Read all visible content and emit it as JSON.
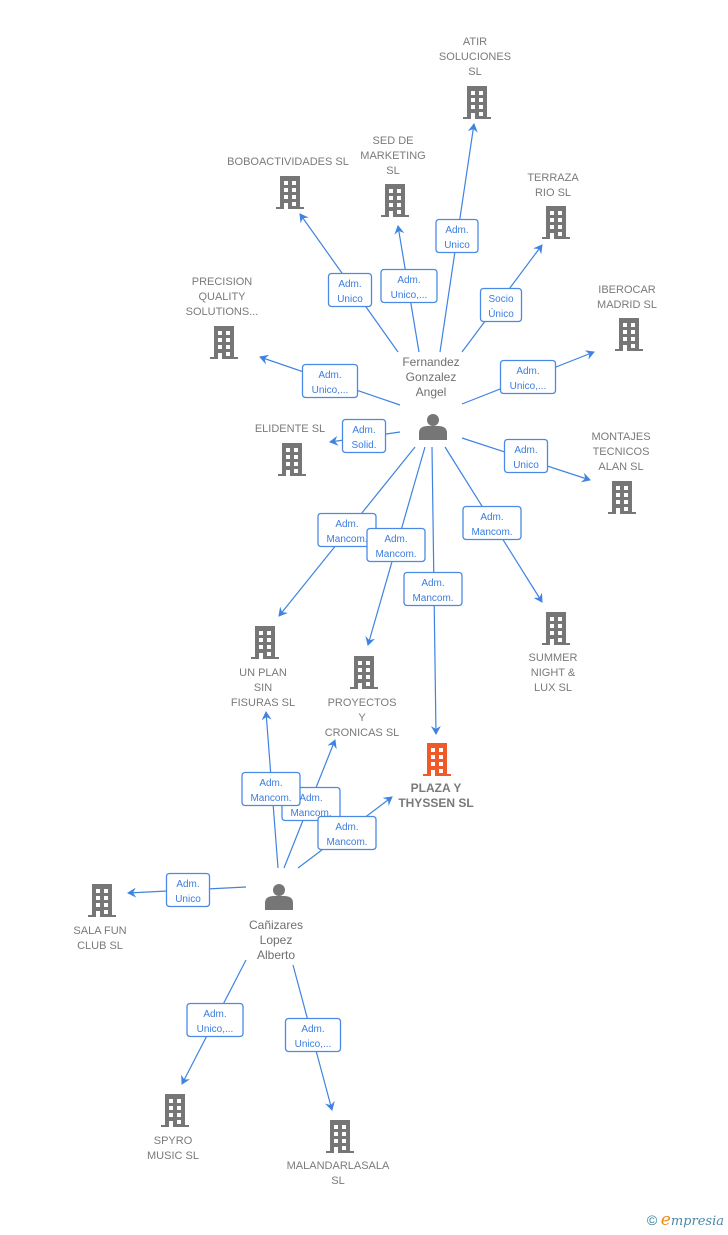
{
  "colors": {
    "edge": "#3f83e2",
    "node": "#767676",
    "highlight": "#f05a28"
  },
  "nodes": [
    {
      "id": "atir",
      "type": "company",
      "label": [
        "ATIR",
        "SOLUCIONES",
        "SL"
      ]
    },
    {
      "id": "sed",
      "type": "company",
      "label": [
        "SED DE",
        "MARKETING",
        "SL"
      ]
    },
    {
      "id": "bobo",
      "type": "company",
      "label": [
        "BOBOACTIVIDADES SL"
      ]
    },
    {
      "id": "terraza",
      "type": "company",
      "label": [
        "TERRAZA",
        "RIO SL"
      ]
    },
    {
      "id": "precision",
      "type": "company",
      "label": [
        "PRECISION",
        "QUALITY",
        "SOLUTIONS..."
      ]
    },
    {
      "id": "iberocar",
      "type": "company",
      "label": [
        "IBEROCAR",
        "MADRID  SL"
      ]
    },
    {
      "id": "elidente",
      "type": "company",
      "label": [
        "ELIDENTE  SL"
      ]
    },
    {
      "id": "montajes",
      "type": "company",
      "label": [
        "MONTAJES",
        "TECNICOS",
        "ALAN  SL"
      ]
    },
    {
      "id": "fernandez",
      "type": "person",
      "label": [
        "Fernandez",
        "Gonzalez",
        "Angel"
      ]
    },
    {
      "id": "unplan",
      "type": "company",
      "label": [
        "UN PLAN",
        "SIN",
        "FISURAS  SL"
      ]
    },
    {
      "id": "proyectos",
      "type": "company",
      "label": [
        "PROYECTOS",
        "Y",
        "CRONICAS  SL"
      ]
    },
    {
      "id": "plaza",
      "type": "company",
      "highlighted": true,
      "label": [
        "PLAZA Y",
        "THYSSEN  SL"
      ]
    },
    {
      "id": "summer",
      "type": "company",
      "label": [
        "SUMMER",
        "NIGHT &",
        "LUX SL"
      ]
    },
    {
      "id": "salafun",
      "type": "company",
      "label": [
        "SALA FUN",
        "CLUB SL"
      ]
    },
    {
      "id": "canizares",
      "type": "person",
      "label": [
        "Cañizares",
        "Lopez",
        "Alberto"
      ]
    },
    {
      "id": "spyro",
      "type": "company",
      "label": [
        "SPYRO",
        "MUSIC  SL"
      ]
    },
    {
      "id": "malandar",
      "type": "company",
      "label": [
        "MALANDARLASALA",
        "SL"
      ]
    }
  ],
  "edges": [
    {
      "from": "fernandez",
      "to": "atir",
      "label": [
        "Adm.",
        "Unico"
      ]
    },
    {
      "from": "fernandez",
      "to": "sed",
      "label": [
        "Adm.",
        "Unico,..."
      ]
    },
    {
      "from": "fernandez",
      "to": "bobo",
      "label": [
        "Adm.",
        "Unico"
      ]
    },
    {
      "from": "fernandez",
      "to": "terraza",
      "label": [
        "Socio",
        "Único"
      ]
    },
    {
      "from": "fernandez",
      "to": "precision",
      "label": [
        "Adm.",
        "Unico,..."
      ]
    },
    {
      "from": "fernandez",
      "to": "iberocar",
      "label": [
        "Adm.",
        "Unico,..."
      ]
    },
    {
      "from": "fernandez",
      "to": "elidente",
      "label": [
        "Adm.",
        "Solid."
      ]
    },
    {
      "from": "fernandez",
      "to": "montajes",
      "label": [
        "Adm.",
        "Unico"
      ]
    },
    {
      "from": "fernandez",
      "to": "summer",
      "label": [
        "Adm.",
        "Mancom."
      ]
    },
    {
      "from": "fernandez",
      "to": "unplan",
      "label": [
        "Adm.",
        "Mancom."
      ]
    },
    {
      "from": "fernandez",
      "to": "proyectos",
      "label": [
        "Adm.",
        "Mancom."
      ]
    },
    {
      "from": "fernandez",
      "to": "plaza",
      "label": [
        "Adm.",
        "Mancom."
      ]
    },
    {
      "from": "canizares",
      "to": "proyectos",
      "label": [
        "Adm.",
        "Mancom."
      ]
    },
    {
      "from": "canizares",
      "to": "unplan",
      "label": [
        "Adm.",
        "Mancom."
      ]
    },
    {
      "from": "canizares",
      "to": "plaza",
      "label": [
        "Adm.",
        "Mancom."
      ]
    },
    {
      "from": "canizares",
      "to": "salafun",
      "label": [
        "Adm.",
        "Unico"
      ]
    },
    {
      "from": "canizares",
      "to": "spyro",
      "label": [
        "Adm.",
        "Unico,..."
      ]
    },
    {
      "from": "canizares",
      "to": "malandar",
      "label": [
        "Adm.",
        "Unico,..."
      ]
    }
  ],
  "footer": {
    "copyright": "©",
    "brand_initial": "e",
    "brand_rest": "mpresia"
  }
}
